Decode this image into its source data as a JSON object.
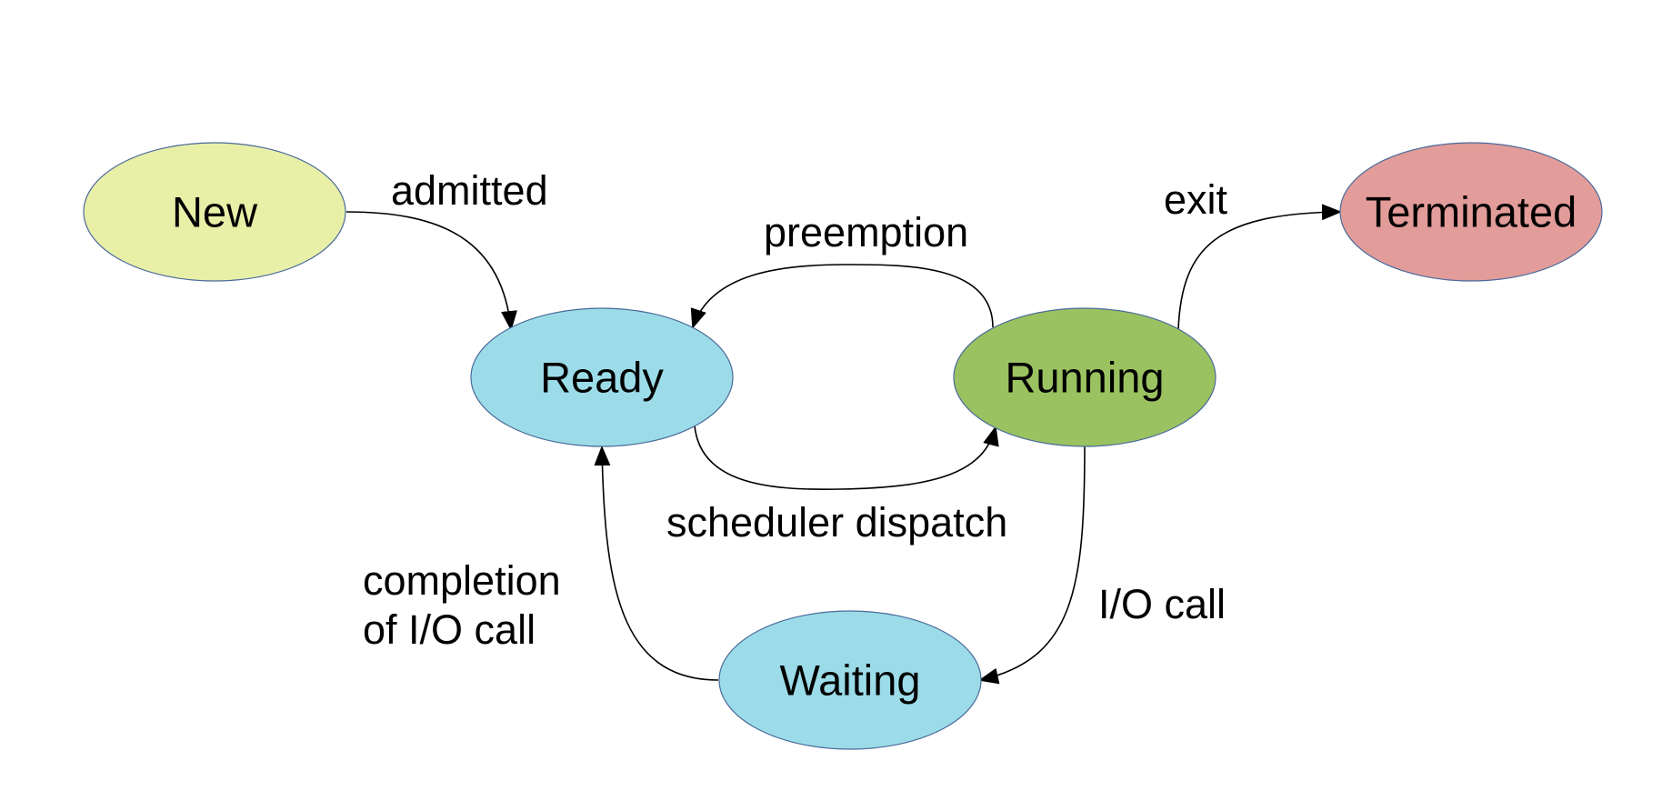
{
  "states": {
    "new": {
      "label": "New",
      "color": "#e8f0a8"
    },
    "ready": {
      "label": "Ready",
      "color": "#9cdce8"
    },
    "running": {
      "label": "Running",
      "color": "#9ac260"
    },
    "terminated": {
      "label": "Terminated",
      "color": "#e29c9a"
    },
    "waiting": {
      "label": "Waiting",
      "color": "#9cdce8"
    }
  },
  "transitions": {
    "admitted": {
      "from": "New",
      "to": "Ready",
      "label": "admitted"
    },
    "preemption": {
      "from": "Running",
      "to": "Ready",
      "label": "preemption"
    },
    "dispatch": {
      "from": "Ready",
      "to": "Running",
      "label": "scheduler dispatch"
    },
    "exit": {
      "from": "Running",
      "to": "Terminated",
      "label": "exit"
    },
    "io_call": {
      "from": "Running",
      "to": "Waiting",
      "label": "I/O call"
    },
    "io_completion": {
      "from": "Waiting",
      "to": "Ready",
      "label_line1": "completion",
      "label_line2": "of I/O call"
    }
  },
  "colors": {
    "stroke": "#4a6a9a",
    "edge": "#000000",
    "background": "#ffffff"
  }
}
